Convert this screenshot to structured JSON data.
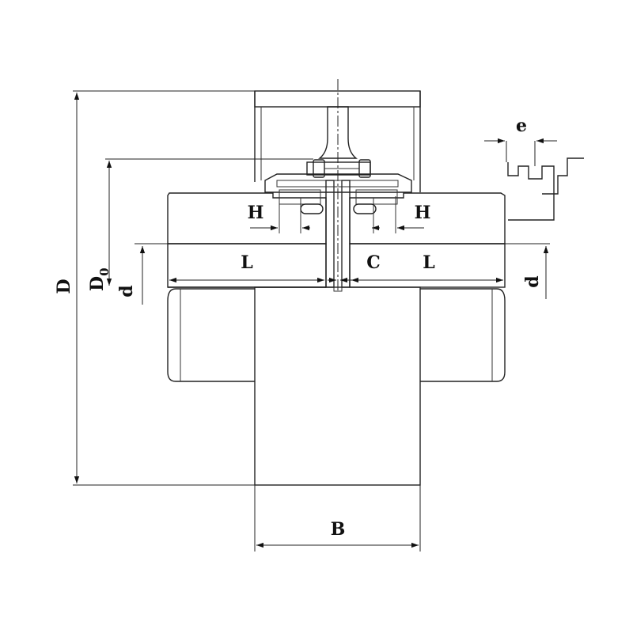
{
  "labels": {
    "D": "D",
    "D0_main": "D",
    "D0_sub": "0",
    "d_left": "d",
    "d_right": "d",
    "L_left": "L",
    "L_right": "L",
    "C": "C",
    "H_left": "H",
    "H_right": "H",
    "B": "B",
    "e": "e"
  }
}
